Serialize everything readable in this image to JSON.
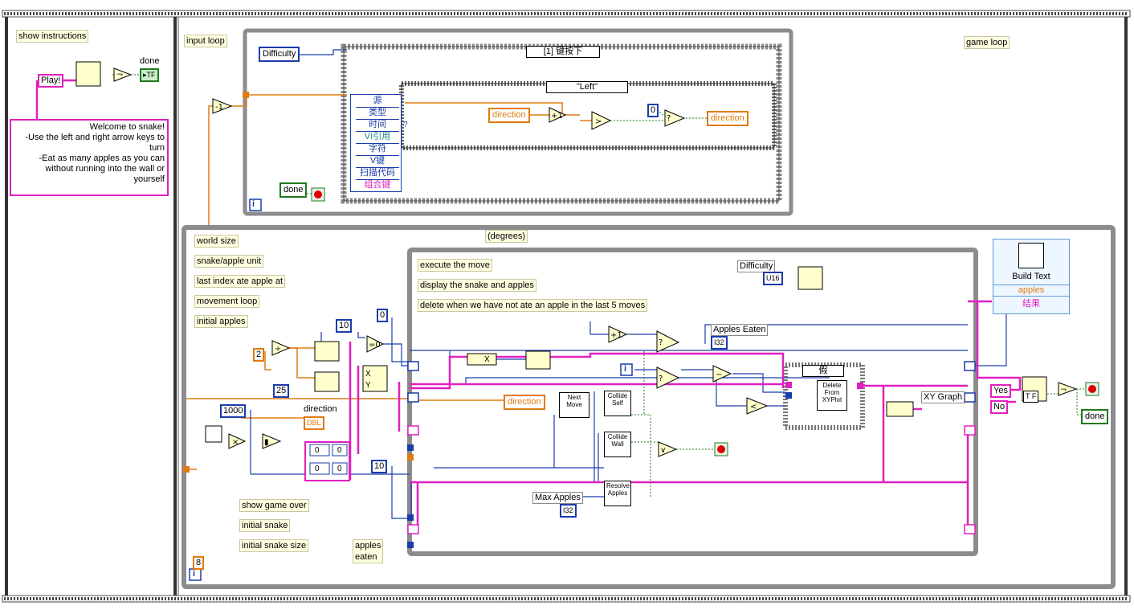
{
  "labels": {
    "show_instructions": "show instructions",
    "input_loop": "input loop",
    "game_loop": "game loop",
    "world_size": "world size",
    "snake_apple_unit": "snake/apple unit",
    "last_index": "last index ate apple at",
    "movement_loop": "movement loop",
    "initial_apples": "initial apples",
    "degrees": "(degrees)",
    "execute_move": "execute the move",
    "display_snake": "display the snake and apples",
    "delete_when": "delete when we have not ate an apple in the last 5 moves",
    "show_game_over": "show game over",
    "initial_snake": "initial snake",
    "initial_snake_size": "initial snake size",
    "apples_eaten_lbl": "apples eaten"
  },
  "instructions_text": "Welcome to snake!\n-Use the left and right arrow keys to turn\n-Eat as many apples as you can without running into the wall or yourself",
  "controls": {
    "play": "Play!",
    "done1": "done",
    "tf1": "▸TF",
    "difficulty1": "Difficulty",
    "done2": "done",
    "event_case": "[1] 键按下",
    "case_left": "\"Left\"",
    "direction_in": "direction",
    "direction_out": "direction",
    "zero": "0",
    "difficulty2": "Difficulty",
    "u16": "U16",
    "apples_eaten": "Apples Eaten",
    "i32_1": "I32",
    "direction3": "direction",
    "dbl": "DBL",
    "false_case": "假",
    "xy_graph": "XY Graph",
    "max_apples": "Max Apples",
    "i32_2": "I32",
    "yes": "Yes",
    "no": "No",
    "done3": "done",
    "build_text": "Build Text",
    "apples_term": "apples",
    "result_term": "结果",
    "tf2": "T F",
    "x_lbl": "X",
    "y_lbl": "Y",
    "x2": "X"
  },
  "event_terms": [
    "源",
    "类型",
    "时间",
    "VI引用",
    "字符",
    "V键",
    "扫描代码",
    "组合键"
  ],
  "numbers": {
    "n0": "0",
    "n10a": "10",
    "n2": "2",
    "n25": "25",
    "n1000": "1000",
    "n10b": "10",
    "n8": "8",
    "c0a": "0",
    "c0b": "0",
    "c0c": "0",
    "c0d": "0"
  },
  "subvis": {
    "next_move": "Next Move",
    "collide_self": "Collide Self",
    "collide_wall": "Collide Wall",
    "resolve_apples": "Resolve Apples",
    "delete_from": "Delete From XYPlot"
  },
  "icons": {
    "i_glyph": "i",
    "q_glyph": "?"
  },
  "colors": {
    "frame": "#8c8c8c",
    "blue_wire": "#1a3caa",
    "orange_wire": "#e07b10",
    "pink_wire": "#e020c0",
    "green_wire": "#1f7a1f",
    "label_bg": "#ffffe0"
  }
}
